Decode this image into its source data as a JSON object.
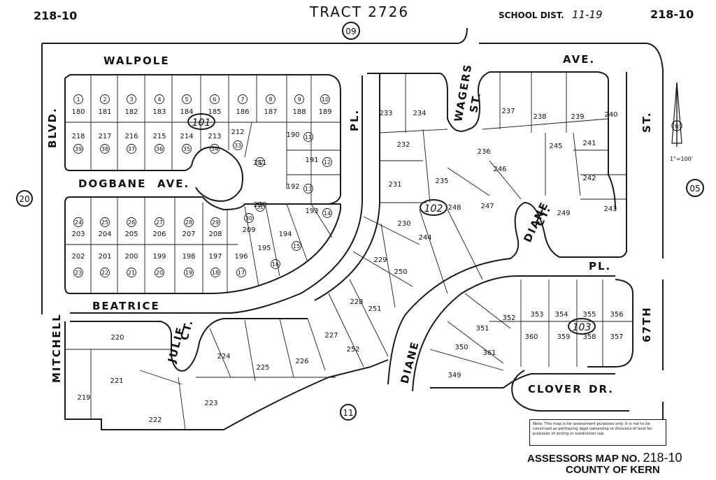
{
  "header": {
    "left_ref": "218-10",
    "title": "TRACT 2726",
    "school_dist_label": "SCHOOL DIST.",
    "school_dist_value": "11-19",
    "right_ref": "218-10"
  },
  "page_markers": [
    "09",
    "20",
    "05",
    "11"
  ],
  "streets": {
    "walpole": "WALPOLE",
    "ave_top": "AVE.",
    "dogbane": "DOGBANE",
    "dogbane_ave": "AVE.",
    "beatrice": "BEATRICE",
    "mitchell": "MITCHELL",
    "blvd": "BLVD.",
    "pl_vertical": "PL.",
    "wagers": "WAGERS",
    "wagers_st": "ST.",
    "st_right": "ST.",
    "diane_ct": "DIANE",
    "diane_ct_suffix": "CT.",
    "pl_right": "PL.",
    "julie": "JULIE",
    "julie_ct": "CT.",
    "diane_curve": "DIANE",
    "clover": "CLOVER",
    "clover_dr": "DR.",
    "sixty_seventh": "67TH"
  },
  "blocks": [
    {
      "label": "101"
    },
    {
      "label": "102"
    },
    {
      "label": "103"
    }
  ],
  "parcels": {
    "row_180": [
      "180",
      "181",
      "182",
      "183",
      "184",
      "185",
      "186",
      "187",
      "188",
      "189"
    ],
    "row_180_circles": [
      "1",
      "2",
      "3",
      "4",
      "5",
      "6",
      "7",
      "8",
      "9",
      "10"
    ],
    "row_218": [
      "218",
      "217",
      "216",
      "215",
      "214",
      "213",
      "212",
      "211",
      "190",
      "191",
      "192",
      "193"
    ],
    "row_218_circles": [
      "39",
      "38",
      "37",
      "36",
      "35",
      "34",
      "33",
      "32",
      "11",
      "12",
      "13",
      "14"
    ],
    "row_203": [
      "203",
      "204",
      "205",
      "206",
      "207",
      "208",
      "209",
      "210"
    ],
    "row_203_circles": [
      "24",
      "25",
      "26",
      "27",
      "28",
      "29",
      "30",
      "31"
    ],
    "row_202": [
      "202",
      "201",
      "200",
      "199",
      "198",
      "197",
      "196",
      "195",
      "194"
    ],
    "row_202_circles": [
      "23",
      "22",
      "21",
      "20",
      "19",
      "18",
      "17",
      "16",
      "15"
    ],
    "block102": [
      "233",
      "234",
      "237",
      "238",
      "239",
      "240",
      "232",
      "236",
      "245",
      "241",
      "246",
      "242",
      "231",
      "235",
      "247",
      "248",
      "243",
      "230",
      "249",
      "244",
      "229",
      "250",
      "228",
      "251",
      "227",
      "252",
      "226",
      "225",
      "224",
      "223",
      "222",
      "221",
      "220",
      "219"
    ],
    "block103": [
      "351",
      "352",
      "353",
      "354",
      "355",
      "356",
      "350",
      "360",
      "359",
      "358",
      "357",
      "349",
      "361"
    ]
  },
  "compass": {
    "north_label": "N",
    "scale": "1\"=100'"
  },
  "note_text": "Note: This map is for assessment purposes only. It is not to be construed as portraying legal ownership or divisions of land for purposes of zoning or subdivision law.",
  "footer": {
    "assessors_label": "ASSESSORS MAP NO.",
    "map_no": "218-10",
    "county": "COUNTY OF KERN"
  }
}
